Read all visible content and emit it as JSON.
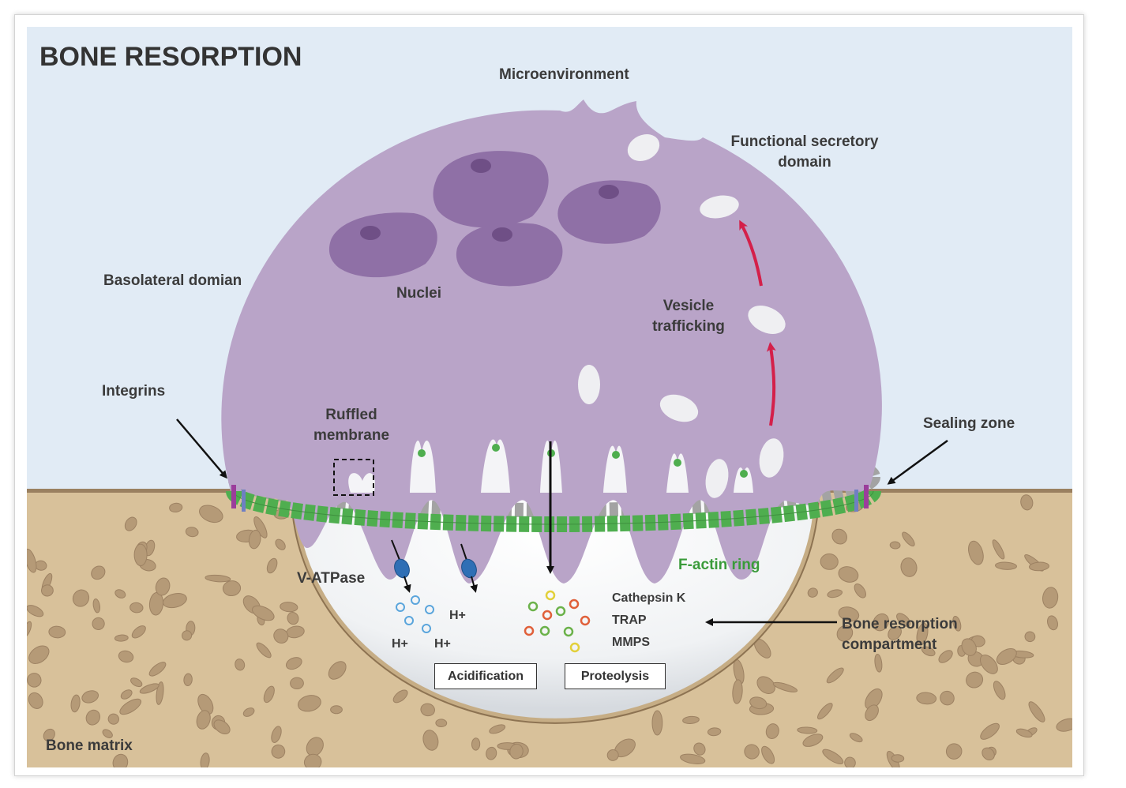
{
  "title": "BONE RESORPTION",
  "labels": {
    "microenvironment": "Microenvironment",
    "functional_secretory_domain": "Functional secretory\ndomain",
    "basolateral_domain": "Basolateral domian",
    "nuclei": "Nuclei",
    "vesicle_trafficking": "Vesicle\ntrafficking",
    "integrins": "Integrins",
    "ruffled_membrane": "Ruffled\nmembrane",
    "sealing_zone": "Sealing zone",
    "v_atpase": "V-ATPase",
    "f_actin_ring": "F-actin ring",
    "h_plus_1": "H+",
    "h_plus_2": "H+",
    "h_plus_3": "H+",
    "cathepsin_k": "Cathepsin K",
    "trap": "TRAP",
    "mmps": "MMPS",
    "bone_resorption_compartment": "Bone resorption\ncompartment",
    "acidification": "Acidification",
    "proteolysis": "Proteolysis",
    "bone_matrix": "Bone matrix"
  },
  "colors": {
    "sky": "#e1ebf5",
    "bone": "#d8c19a",
    "bone_edge": "#9a8060",
    "bone_pores": "#b59a77",
    "cell": "#b9a4c8",
    "nucleus": "#8f70a6",
    "nucleolus": "#6f4f86",
    "f_actin": "#4fae4f",
    "sealing_ring_back": "#a3a3a3",
    "trafficking_arrow": "#d4204a",
    "v_atpase": "#2f6fb5",
    "integrin_purple": "#9b3d9b",
    "integrin_blue": "#6f7fc3",
    "title_text": "#333333",
    "f_actin_text": "#3a9b3a"
  },
  "icons": [
    "v-atpase-icon",
    "integrin-icon",
    "vesicle-icon",
    "nucleus-icon",
    "proton-icon",
    "enzyme-icon"
  ]
}
